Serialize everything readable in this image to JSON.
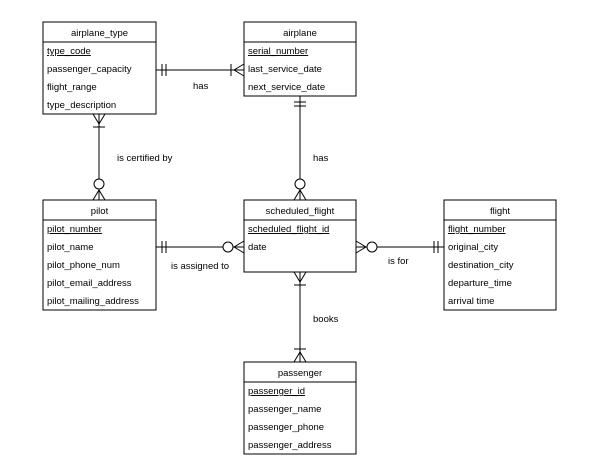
{
  "entities": [
    {
      "id": "airplane_type",
      "title": "airplane_type",
      "attributes": [
        {
          "name": "type_code",
          "pk": true
        },
        {
          "name": "passenger_capacity",
          "pk": false
        },
        {
          "name": "flight_range",
          "pk": false
        },
        {
          "name": "type_description",
          "pk": false
        }
      ]
    },
    {
      "id": "airplane",
      "title": "airplane",
      "attributes": [
        {
          "name": "serial_number",
          "pk": true
        },
        {
          "name": "last_service_date",
          "pk": false
        },
        {
          "name": "next_service_date",
          "pk": false
        }
      ]
    },
    {
      "id": "pilot",
      "title": "pilot",
      "attributes": [
        {
          "name": "pilot_number",
          "pk": true
        },
        {
          "name": "pilot_name",
          "pk": false
        },
        {
          "name": "pilot_phone_num",
          "pk": false
        },
        {
          "name": "pilot_email_address",
          "pk": false
        },
        {
          "name": "pilot_mailing_address",
          "pk": false
        }
      ]
    },
    {
      "id": "scheduled_flight",
      "title": "scheduled_flight",
      "attributes": [
        {
          "name": "scheduled_flight_id",
          "pk": true
        },
        {
          "name": "date",
          "pk": false
        }
      ]
    },
    {
      "id": "flight",
      "title": "flight",
      "attributes": [
        {
          "name": "flight_number",
          "pk": true
        },
        {
          "name": "original_city",
          "pk": false
        },
        {
          "name": "destination_city",
          "pk": false
        },
        {
          "name": "departure_time",
          "pk": false
        },
        {
          "name": "arrival time",
          "pk": false
        }
      ]
    },
    {
      "id": "passenger",
      "title": "passenger",
      "attributes": [
        {
          "name": "passenger_id",
          "pk": true
        },
        {
          "name": "passenger_name",
          "pk": false
        },
        {
          "name": "passenger_phone",
          "pk": false
        },
        {
          "name": "passenger_address",
          "pk": false
        }
      ]
    }
  ],
  "relationships": [
    {
      "id": "has-type",
      "label": "has",
      "from": "airplane_type",
      "from_card": "one-mandatory",
      "to": "airplane",
      "to_card": "many-mandatory"
    },
    {
      "id": "certified",
      "label": "is certified by",
      "from": "airplane_type",
      "from_card": "many-mandatory",
      "to": "pilot",
      "to_card": "many-optional"
    },
    {
      "id": "has-sched",
      "label": "has",
      "from": "airplane",
      "from_card": "one-mandatory",
      "to": "scheduled_flight",
      "to_card": "many-optional"
    },
    {
      "id": "assigned",
      "label": "is assigned to",
      "from": "pilot",
      "from_card": "one-mandatory",
      "to": "scheduled_flight",
      "to_card": "many-optional"
    },
    {
      "id": "is-for",
      "label": "is for",
      "from": "scheduled_flight",
      "from_card": "many-optional",
      "to": "flight",
      "to_card": "one-mandatory"
    },
    {
      "id": "books",
      "label": "books",
      "from": "scheduled_flight",
      "from_card": "many-mandatory",
      "to": "passenger",
      "to_card": "many-mandatory"
    }
  ]
}
